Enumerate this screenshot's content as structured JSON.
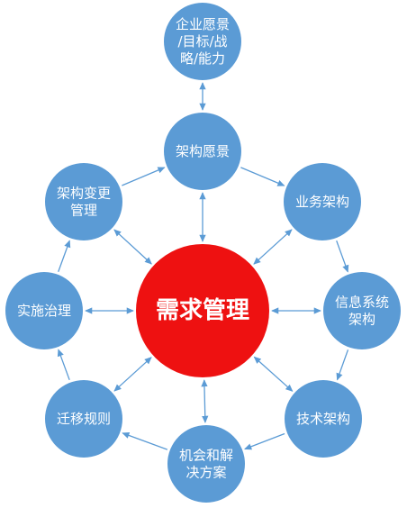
{
  "diagram": {
    "center": {
      "label": "需求管理",
      "color": "#ee1111"
    },
    "node_color": "#5b9bd5",
    "arrow_color": "#5b9bd5",
    "nodes": [
      {
        "id": "vision-input",
        "lines": [
          "企业愿景",
          "/目标/战",
          "略/能力"
        ]
      },
      {
        "id": "architecture-vision",
        "lines": [
          "架构愿景"
        ]
      },
      {
        "id": "business-architecture",
        "lines": [
          "业务架构"
        ]
      },
      {
        "id": "information-systems-architecture",
        "lines": [
          "信息系统",
          "架构"
        ]
      },
      {
        "id": "technology-architecture",
        "lines": [
          "技术架构"
        ]
      },
      {
        "id": "opportunities-solutions",
        "lines": [
          "机会和解",
          "决方案"
        ]
      },
      {
        "id": "migration-planning",
        "lines": [
          "迁移规则"
        ]
      },
      {
        "id": "implementation-governance",
        "lines": [
          "实施治理"
        ]
      },
      {
        "id": "architecture-change-management",
        "lines": [
          "架构变更",
          "管理"
        ]
      }
    ]
  }
}
